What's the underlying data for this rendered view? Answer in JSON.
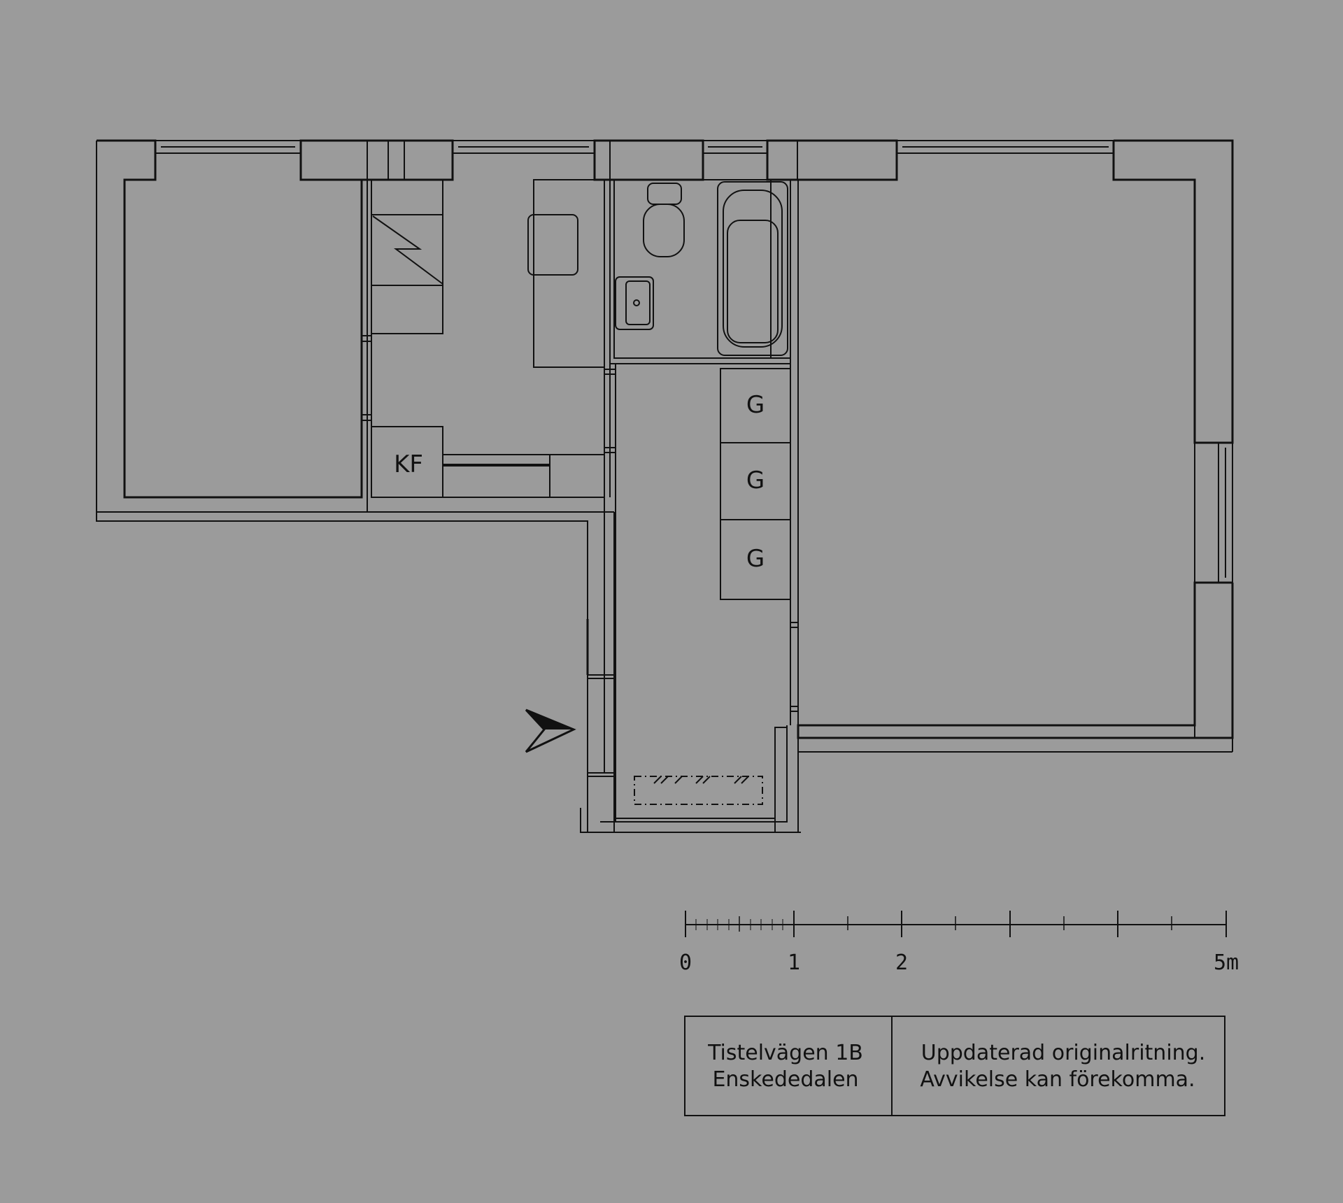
{
  "colors": {
    "background": "#9b9b9b",
    "line": "#111111"
  },
  "plan": {
    "labels": {
      "closet_1": "G",
      "closet_2": "G",
      "closet_3": "G",
      "fridge_freezer": "KF"
    },
    "icons": [
      "entrance-arrow-icon",
      "toilet-icon",
      "bathtub-icon",
      "sink-icon",
      "stove-icon"
    ]
  },
  "scale_bar": {
    "labels": [
      "0",
      "1",
      "2",
      "5m"
    ]
  },
  "info_box": {
    "address_line1": "Tistelvägen 1B",
    "address_line2": "Enskededalen",
    "note_line1": "Uppdaterad originalritning.",
    "note_line2": "Avvikelse kan förekomma."
  }
}
